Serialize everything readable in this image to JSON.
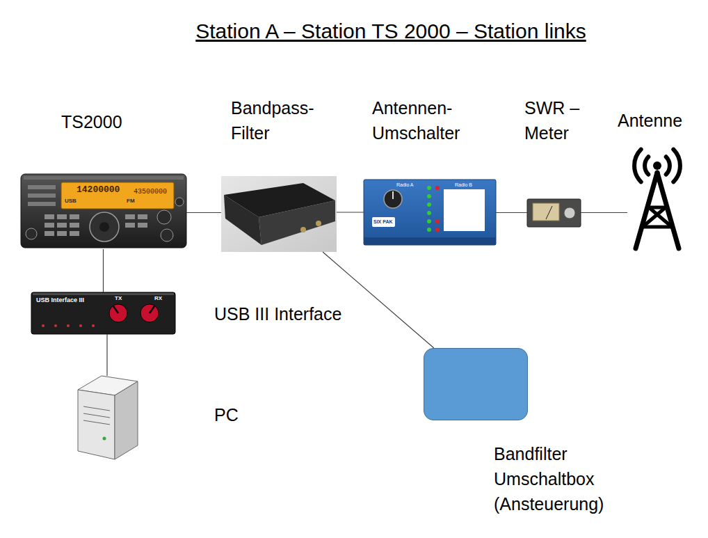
{
  "diagram": {
    "title": "Station A – Station TS 2000 – Station links",
    "nodes": [
      {
        "text": [
          "TS2000"
        ]
      },
      {
        "text": [
          "Bandpass- Filter"
        ]
      },
      {
        "text": [
          "Antennen- Umschalter"
        ]
      },
      {
        "text": [
          "SWR – Meter"
        ]
      },
      {
        "text": [
          "Antenne"
        ]
      },
      {
        "text": [
          "USB III Interface"
        ]
      },
      {
        "text": [
          "PC"
        ]
      },
      {
        "text": [
          "Bandfilter Umschaltbox (Ansteuerung)"
        ]
      }
    ],
    "edges": [
      {
        "from": 0,
        "to": 1,
        "arrow": "none"
      },
      {
        "from": 1,
        "to": 2,
        "arrow": "none"
      },
      {
        "from": 2,
        "to": 3,
        "arrow": "none"
      },
      {
        "from": 3,
        "to": 4,
        "arrow": "none"
      },
      {
        "from": 0,
        "to": 5,
        "arrow": "none"
      },
      {
        "from": 5,
        "to": 6,
        "arrow": "none"
      },
      {
        "from": 1,
        "to": 7,
        "arrow": "none"
      }
    ],
    "labels": [
      "14200000",
      "43500000",
      "USB",
      "FM",
      "USB Interface III",
      "TX",
      "RX",
      "Radio A",
      "Radio B",
      "SIX PAK"
    ]
  }
}
